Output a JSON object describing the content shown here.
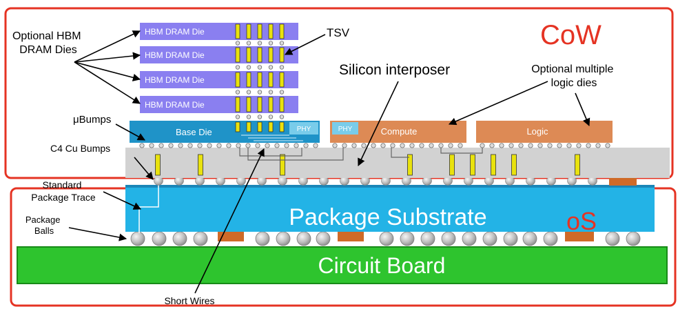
{
  "labels": {
    "cow": "CoW",
    "os": "oS",
    "hbm_callout": [
      "Optional HBM",
      "DRAM Dies"
    ],
    "hbm_die": "HBM DRAM Die",
    "tsv": "TSV",
    "silicon_interposer": "Silicon interposer",
    "logic_callout": [
      "Optional multiple",
      "logic dies"
    ],
    "ubumps": "μBumps",
    "base_die": "Base Die",
    "phy": "PHY",
    "compute": "Compute",
    "logic": "Logic",
    "c4_bumps": "C4 Cu Bumps",
    "package_trace": [
      "Standard",
      "Package Trace"
    ],
    "package_balls": [
      "Package",
      "Balls"
    ],
    "package_substrate": "Package Substrate",
    "circuit_board": "Circuit Board",
    "short_wires": "Short Wires"
  },
  "colors": {
    "frame": "#e53323",
    "cow_text": "#e53323",
    "hbm_die": "#8a7ff0",
    "tsv_fill": "#e9e20e",
    "base_die": "#1f93c8",
    "phy": "#79ccea",
    "logic_die": "#dd8a55",
    "interposer": "#d2d2d2",
    "substrate": "#23b3e6",
    "board": "#2ec42e",
    "board_border": "#178a17",
    "pad": "#cf6a28",
    "ball": "#bcbcbc"
  }
}
